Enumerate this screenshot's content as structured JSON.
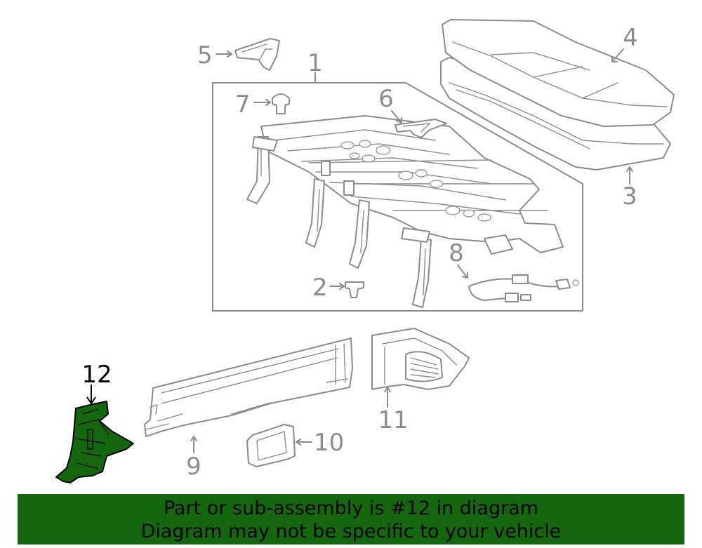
{
  "callouts": {
    "c1": "1",
    "c2": "2",
    "c3": "3",
    "c4": "4",
    "c5": "5",
    "c6": "6",
    "c7": "7",
    "c8": "8",
    "c9": "9",
    "c10": "10",
    "c11": "11",
    "c12": "12"
  },
  "highlighted_part": "12",
  "colors": {
    "highlight": "#14660f",
    "callout_gray": "#8c8c8c",
    "banner_bg": "#14660f"
  },
  "banner": {
    "line1": "Part or sub-assembly is #12 in diagram",
    "line2": "Diagram may not be specific to your vehicle"
  }
}
